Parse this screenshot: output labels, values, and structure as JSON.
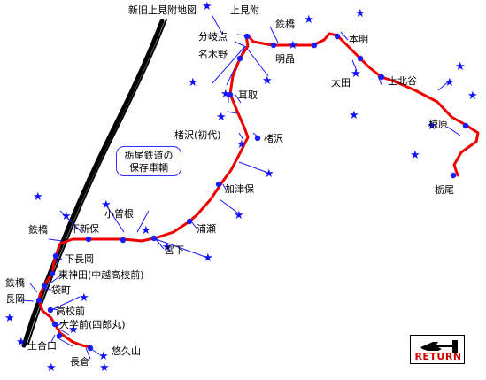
{
  "map": {
    "stations": [
      {
        "id": "shinkyu",
        "label": "新旧上見附地図"
      },
      {
        "id": "kamimitsuke",
        "label": "上見附"
      },
      {
        "id": "bunkiten",
        "label": "分岐点"
      },
      {
        "id": "tetsukyo_n",
        "label": "鉄橋"
      },
      {
        "id": "nagikino",
        "label": "名木野"
      },
      {
        "id": "myojo",
        "label": "明晶"
      },
      {
        "id": "honmyo",
        "label": "本明"
      },
      {
        "id": "ota",
        "label": "太田"
      },
      {
        "id": "kamikitadani",
        "label": "上北谷"
      },
      {
        "id": "mimitori",
        "label": "耳取"
      },
      {
        "id": "kunugihara",
        "label": "椋原"
      },
      {
        "id": "tochio",
        "label": "栃尾"
      },
      {
        "id": "shizawa_shodai",
        "label": "楮沢(初代)"
      },
      {
        "id": "shizawa",
        "label": "楮沢"
      },
      {
        "id": "kazuho",
        "label": "加津保"
      },
      {
        "id": "urase",
        "label": "浦瀬"
      },
      {
        "id": "miyashita",
        "label": "宮下"
      },
      {
        "id": "kosone",
        "label": "小曽根"
      },
      {
        "id": "shimoshinbo",
        "label": "下新保"
      },
      {
        "id": "tetsukyo_w",
        "label": "鉄橋"
      },
      {
        "id": "shimonagaoka",
        "label": "下長岡"
      },
      {
        "id": "higashikanda",
        "label": "東神田(中越高校前)"
      },
      {
        "id": "tetsukyo_s",
        "label": "鉄橋"
      },
      {
        "id": "fukuromachi",
        "label": "袋町"
      },
      {
        "id": "nagaoka",
        "label": "長岡"
      },
      {
        "id": "kokomae",
        "label": "高校前"
      },
      {
        "id": "daigakumae",
        "label": "大学前(四郎丸)"
      },
      {
        "id": "tsuchiaiguchi",
        "label": "土合口"
      },
      {
        "id": "yukyuzan",
        "label": "悠久山"
      },
      {
        "id": "nagakura",
        "label": "長倉"
      }
    ],
    "note_line1": "栃尾鉄道の",
    "note_line2": "保存車輌",
    "return_label": "RETURN",
    "colors": {
      "line": "#ee0000",
      "station": "#1a1aff",
      "star": "#1010ff",
      "pointer": "#1a1aff"
    }
  }
}
